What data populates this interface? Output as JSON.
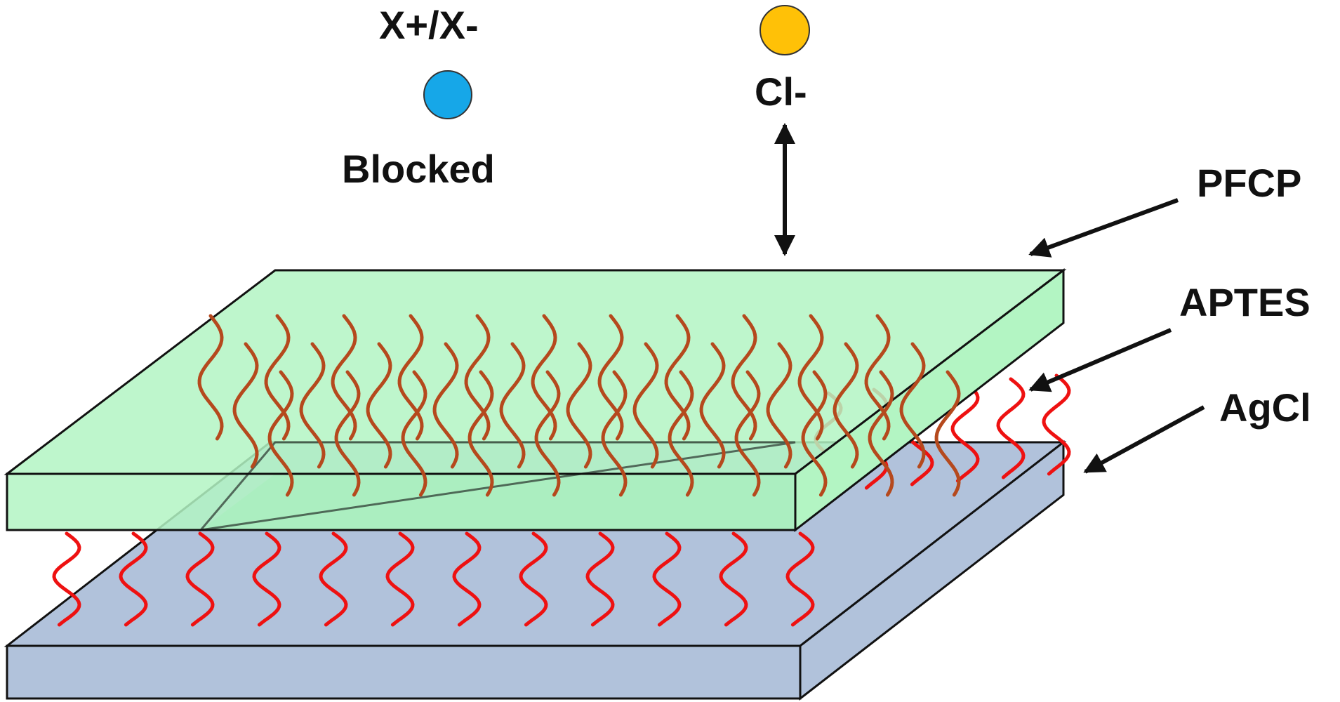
{
  "labels": {
    "ion_pair": "X+/X-",
    "blocked": "Blocked",
    "chloride": "Cl-",
    "pfcp": "PFCP",
    "aptes": "APTES",
    "agcl": "AgCl"
  },
  "colors": {
    "pfcp_layer": "#b3f5c3",
    "pfcp_overlap": "#6fcf9f",
    "agcl_layer": "#b1c2db",
    "aptes_lower_chain": "#ee1111",
    "aptes_upper_chain": "#b5491d",
    "ion_pair_circle": "#16a7e8",
    "chloride_circle": "#ffc107",
    "outline": "#111111"
  },
  "icons": {
    "ion_pair": "blue-circle",
    "chloride": "yellow-circle",
    "transport": "double-headed-arrow",
    "pointer": "arrow"
  }
}
